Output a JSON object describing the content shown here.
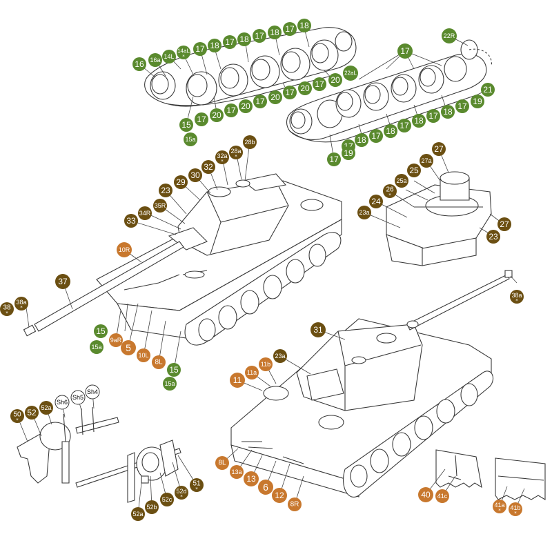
{
  "colors": {
    "green": "#5a8a2e",
    "olive": "#6b4f12",
    "orange": "#c8782e",
    "white": "#ffffff",
    "line": "#3a3a3a"
  },
  "labels": {
    "g16": "16",
    "g16a": "16a",
    "g14L": "14L",
    "g14aL": "14aL",
    "g17": "17",
    "g18": "18",
    "g20": "20",
    "g22aL": "22aL",
    "g22R": "22R",
    "g21": "21",
    "g19": "19",
    "g15": "15",
    "g15a": "15a",
    "o23": "23",
    "o29": "29",
    "o30": "30",
    "o32": "32",
    "o32a": "32a",
    "o28a": "28a",
    "o28b": "28b",
    "o35R": "35R",
    "o34R": "34R",
    "o33": "33",
    "o37": "37",
    "o38": "38",
    "o38a": "38a",
    "o31": "31",
    "o27": "27",
    "o27a": "27a",
    "o25": "25",
    "o25a": "25a",
    "o26": "26",
    "o24": "24",
    "o23a": "23a",
    "o50": "50",
    "o52": "52",
    "o52a": "52a",
    "o52b": "52b",
    "o52c": "52c",
    "o52d": "52d",
    "o51": "51",
    "r10R": "10R",
    "r9aR": "9aR",
    "r5": "5",
    "r10L": "10L",
    "r8L": "8L",
    "r11": "11",
    "r11a": "11a",
    "r11b": "11b",
    "r13a": "13a",
    "r13": "13",
    "r6": "6",
    "r12": "12",
    "r8R": "8R",
    "r40": "40",
    "r41c": "41c",
    "r41a": "41a",
    "r41b": "41b",
    "wSh6": "Sh6",
    "wSh5": "Sh5",
    "wSh4": "Sh4"
  }
}
